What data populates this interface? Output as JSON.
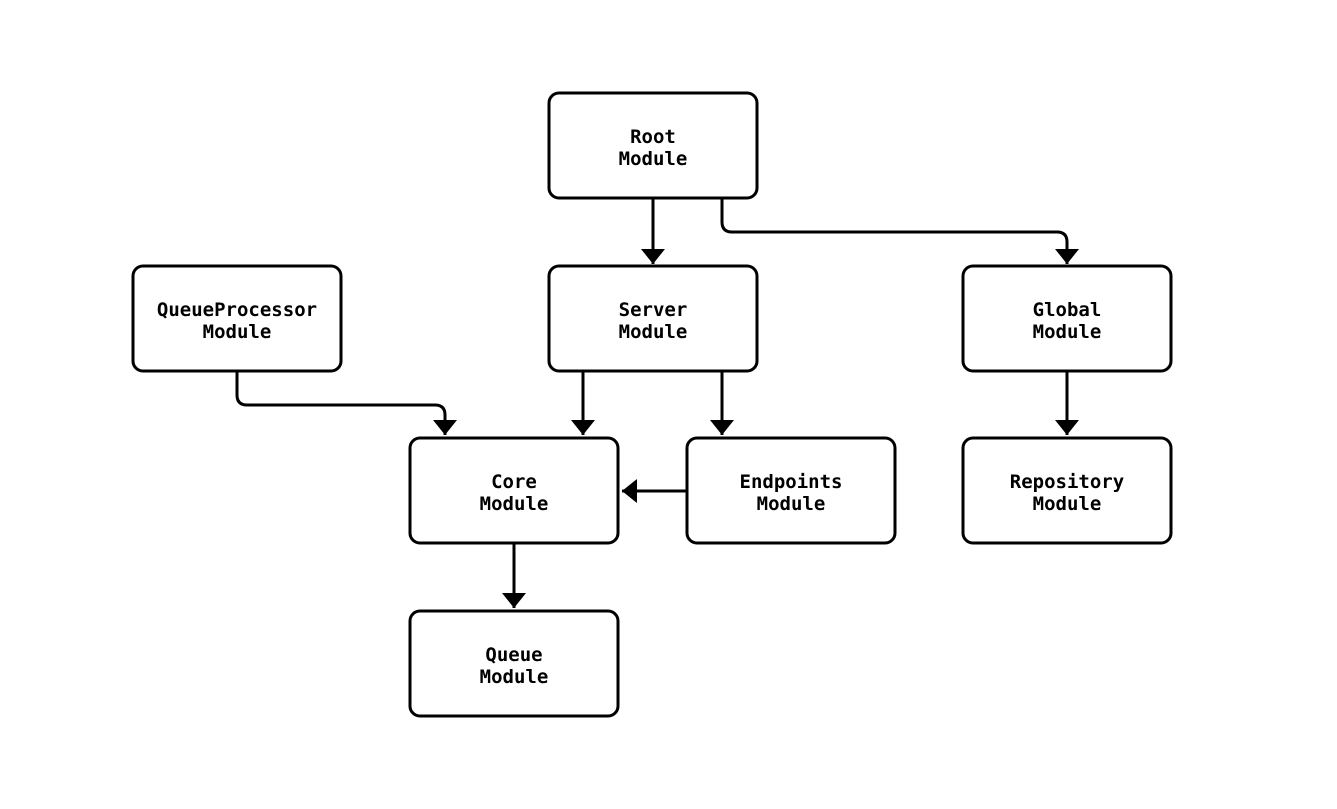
{
  "diagram": {
    "type": "flowchart",
    "background_color": "#ffffff",
    "node_fill_color": "#ffffff",
    "stroke_color": "#000000",
    "text_color": "#000000",
    "nodes": [
      {
        "name": "Root Module",
        "line1": "Root",
        "line2": "Module"
      },
      {
        "name": "QueueProcessor Module",
        "line1": "QueueProcessor",
        "line2": "Module"
      },
      {
        "name": "Server Module",
        "line1": "Server",
        "line2": "Module"
      },
      {
        "name": "Global Module",
        "line1": "Global",
        "line2": "Module"
      },
      {
        "name": "Core Module",
        "line1": "Core",
        "line2": "Module"
      },
      {
        "name": "Endpoints Module",
        "line1": "Endpoints",
        "line2": "Module"
      },
      {
        "name": "Repository Module",
        "line1": "Repository",
        "line2": "Module"
      },
      {
        "name": "Queue Module",
        "line1": "Queue",
        "line2": "Module"
      }
    ],
    "edges": [
      {
        "from": "Root Module",
        "to": "Server Module"
      },
      {
        "from": "Root Module",
        "to": "Global Module"
      },
      {
        "from": "QueueProcessor Module",
        "to": "Core Module"
      },
      {
        "from": "Server Module",
        "to": "Core Module"
      },
      {
        "from": "Server Module",
        "to": "Endpoints Module"
      },
      {
        "from": "Endpoints Module",
        "to": "Core Module"
      },
      {
        "from": "Global Module",
        "to": "Repository Module"
      },
      {
        "from": "Core Module",
        "to": "Queue Module"
      }
    ]
  }
}
